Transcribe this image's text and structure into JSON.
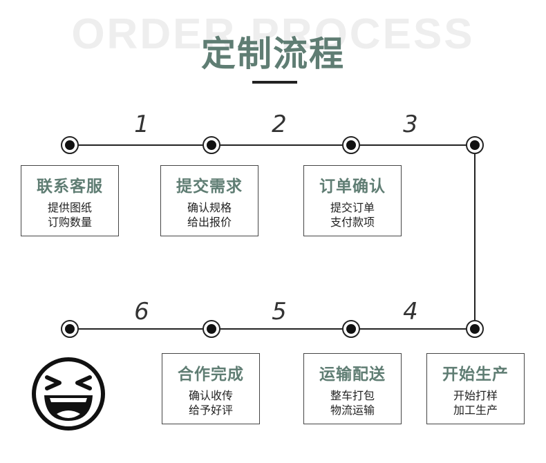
{
  "header": {
    "background_text": "ORDER PROCESS",
    "title": "定制流程"
  },
  "steps": {
    "numbers": [
      "1",
      "2",
      "3",
      "4",
      "5",
      "6"
    ]
  },
  "cards": [
    {
      "title": "联系客服",
      "line1": "提供图纸",
      "line2": "订购数量"
    },
    {
      "title": "提交需求",
      "line1": "确认规格",
      "line2": "给出报价"
    },
    {
      "title": "订单确认",
      "line1": "提交订单",
      "line2": "支付款项"
    },
    {
      "title": "开始生产",
      "line1": "开始打样",
      "line2": "加工生产"
    },
    {
      "title": "运输配送",
      "line1": "整车打包",
      "line2": "物流运输"
    },
    {
      "title": "合作完成",
      "line1": "确认收传",
      "line2": "给予好评"
    }
  ],
  "colors": {
    "accent": "#5f7d73",
    "line": "#222222",
    "watermark": "#eeeeee"
  },
  "icons": {
    "end_icon": "laughing-face-icon"
  }
}
